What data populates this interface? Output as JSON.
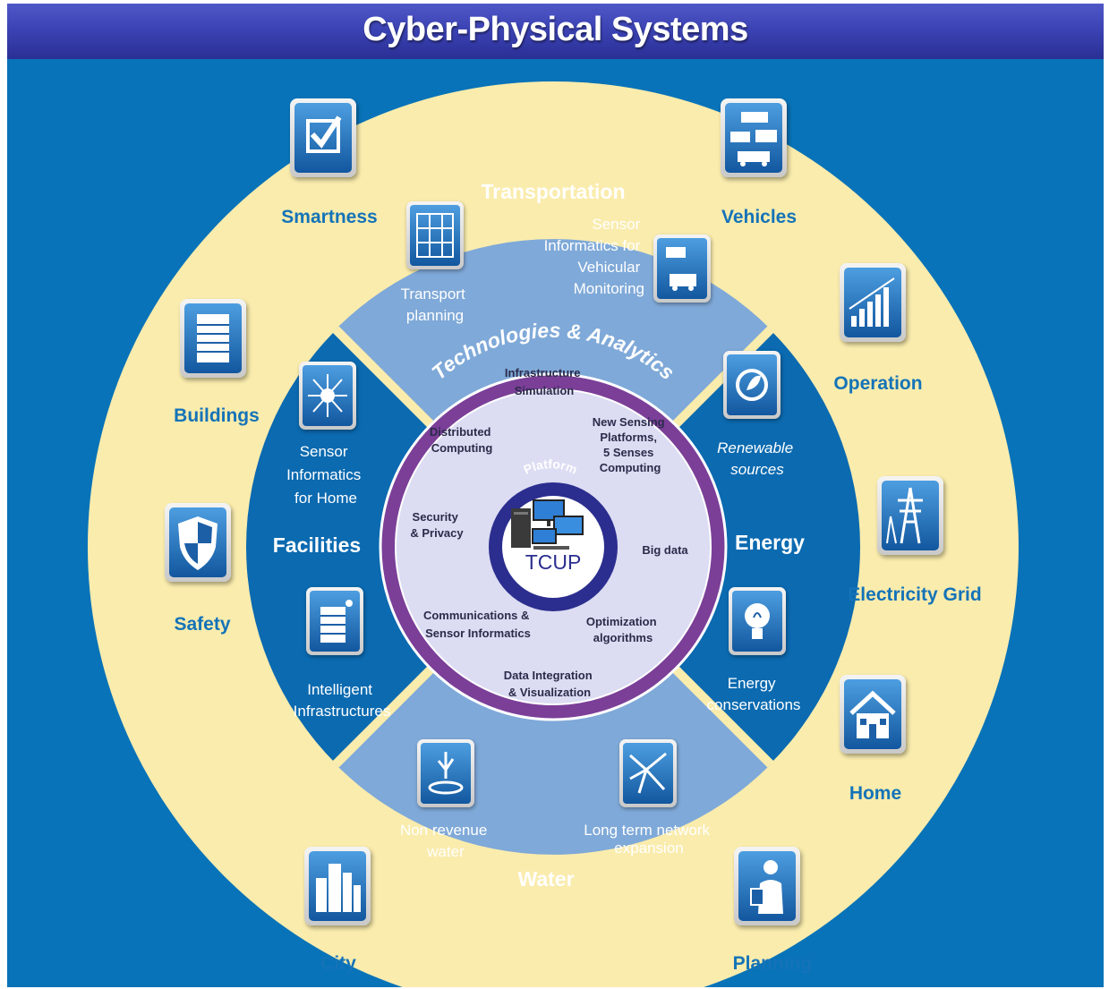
{
  "title": "Cyber-Physical Systems",
  "outer_items": {
    "smartness": "Smartness",
    "vehicles": "Vehicles",
    "buildings": "Buildings",
    "operation": "Operation",
    "safety": "Safety",
    "electricity_grid": "Electricity Grid",
    "home": "Home",
    "city": "City",
    "planning": "Planning"
  },
  "sectors": {
    "transportation": {
      "label": "Transportation",
      "items": {
        "transport_planning": [
          "Transport",
          "planning"
        ],
        "sensor_vehicular": [
          "Sensor",
          "Informatics for",
          "Vehicular",
          "Monitoring"
        ]
      }
    },
    "facilities": {
      "label": "Facilities",
      "items": {
        "sensor_home": [
          "Sensor",
          "Informatics",
          "for Home"
        ],
        "intelligent_infra": [
          "Intelligent",
          "Infrastructures"
        ]
      }
    },
    "energy": {
      "label": "Energy",
      "items": {
        "renewable": [
          "Renewable",
          "sources"
        ],
        "conservation": [
          "Energy",
          "conservations"
        ]
      }
    },
    "water": {
      "label": "Water",
      "items": {
        "non_revenue": [
          "Non revenue",
          "water"
        ],
        "network_expansion": [
          "Long term network",
          "expansion"
        ]
      }
    }
  },
  "core": {
    "ring_label": "Technologies & Analytics",
    "items": {
      "infra_sim": [
        "Infrastructure",
        "Simulation"
      ],
      "distributed": [
        "Distributed",
        "Computing"
      ],
      "new_sensing": [
        "New Sensing",
        "Platforms,",
        "5 Senses",
        "Computing"
      ],
      "security": [
        "Security",
        "& Privacy"
      ],
      "big_data": [
        "Big data"
      ],
      "communications": [
        "Communications &",
        "Sensor Informatics"
      ],
      "optimization": [
        "Optimization",
        "algorithms"
      ],
      "data_integration": [
        "Data Integration",
        "& Visualization"
      ]
    }
  },
  "platform": {
    "label": "Platform",
    "name": "TCUP"
  },
  "icons": {
    "smartness": "checkmark-icon",
    "vehicles": "vehicles-icon",
    "buildings": "building-icon",
    "operation": "bar-growth-icon",
    "safety": "shield-icon",
    "electricity_grid": "power-tower-icon",
    "home": "house-icon",
    "city": "city-icon",
    "planning": "person-tablet-icon"
  },
  "colors": {
    "banner": "#3c43b4",
    "background": "#0873b8",
    "outer_ring": "#faecad",
    "mid_ring": "#0b6ab0",
    "diagonal_sector": "#7fa9d8",
    "tech_ring": "#7b3f98",
    "core": "#dcdcf3",
    "label_blue": "#1473b8"
  }
}
